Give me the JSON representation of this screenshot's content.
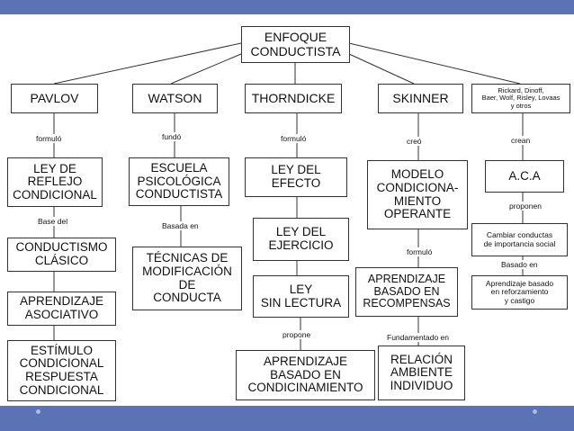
{
  "root": {
    "text": "ENFOQUE\nCONDUCTISTA"
  },
  "authors": {
    "pavlov": "PAVLOV",
    "watson": "WATSON",
    "thorndicke": "THORNDICKE",
    "skinner": "SKINNER",
    "rickard": "Rickard, Dinoff,\nBaer, Wolf, Risley, Lovaas\ny otros"
  },
  "links": {
    "pavlov": "formuló",
    "watson": "fundó",
    "thorndicke": "formuló",
    "skinner": "creó",
    "rickard": "crean",
    "base_del": "Base del",
    "basada_en": "Basada en",
    "formulo2": "formuló",
    "propone": "propone",
    "fundamentado_en": "Fundamentado en",
    "proponen": "proponen",
    "basado_en": "Basado en"
  },
  "pavlov_col": {
    "ley": "LEY DE\nREFLEJO\nCONDICIONAL",
    "clasico": "CONDUCTISMO\nCLÁSICO",
    "asociativo": "APRENDIZAJE\nASOCIATIVO",
    "estimulo": "ESTÍMULO\nCONDICIONAL\nRESPUESTA\nCONDICIONAL"
  },
  "watson_col": {
    "escuela": "ESCUELA\nPSICOLÓGICA\nCONDUCTISTA",
    "tecnicas": "TÉCNICAS DE\nMODIFICACIÓN\nDE\nCONDUCTA"
  },
  "thorndicke_col": {
    "efecto": "LEY DEL\nEFECTO",
    "ejercicio": "LEY DEL\nEJERCICIO",
    "sin_lectura": "LEY\nSIN LECTURA",
    "condicionamiento": "APRENDIZAJE\nBASADO EN\nCONDICINAMIENTO"
  },
  "skinner_col": {
    "modelo": "MODELO\nCONDICIONA-\nMIENTO\nOPERANTE",
    "recompensas": "APRENDIZAJE\nBASADO EN\nRECOMPENSAS",
    "relacion": "RELACIÓN\nAMBIENTE\nINDIVIDUO"
  },
  "aca_col": {
    "aca": "A.C.A",
    "cambiar": "Cambiar conductas\nde importancia social",
    "refuerzo": "Aprendizaje basado\nen reforzamiento\ny castigo"
  },
  "colors": {
    "band": "#5b73b5",
    "border": "#333333",
    "text": "#111111"
  }
}
